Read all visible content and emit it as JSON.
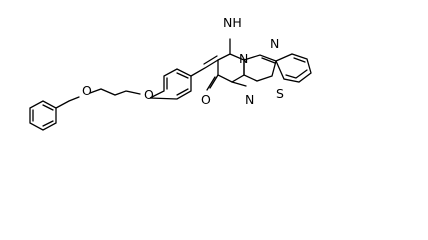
{
  "molecule": {
    "atom_labels": {
      "imine": "NH",
      "n4": "N",
      "n3": "N",
      "s1": "S",
      "n8": "N",
      "carbonyl_o": "O",
      "ether_o1": "O",
      "ether_o2": "O"
    }
  },
  "colors": {
    "bond": "#000000",
    "label": "#000000",
    "background": "#ffffff"
  }
}
